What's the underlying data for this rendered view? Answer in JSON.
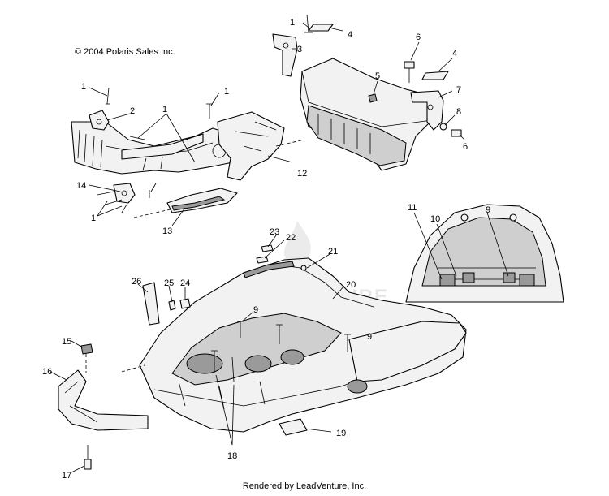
{
  "copyright": "© 2004 Polaris Sales Inc.",
  "footer": "Rendered by LeadVenture, Inc.",
  "watermark": "LEADVENTURE",
  "callouts": {
    "c1a": "1",
    "c1b": "1",
    "c1c": "1",
    "c1d": "1",
    "c1e": "1",
    "c2": "2",
    "c3": "3",
    "c4a": "4",
    "c4b": "4",
    "c5": "5",
    "c6a": "6",
    "c6b": "6",
    "c7": "7",
    "c8": "8",
    "c9a": "9",
    "c9b": "9",
    "c9c": "9",
    "c10": "10",
    "c11": "11",
    "c12": "12",
    "c13": "13",
    "c14": "14",
    "c15": "15",
    "c16": "16",
    "c17": "17",
    "c18": "18",
    "c19": "19",
    "c20": "20",
    "c21": "21",
    "c22": "22",
    "c23": "23",
    "c24": "24",
    "c25": "25",
    "c26": "26"
  },
  "colors": {
    "line": "#000000",
    "shade": "#9a9a9a",
    "watermark": "rgba(0,0,0,0.10)"
  }
}
